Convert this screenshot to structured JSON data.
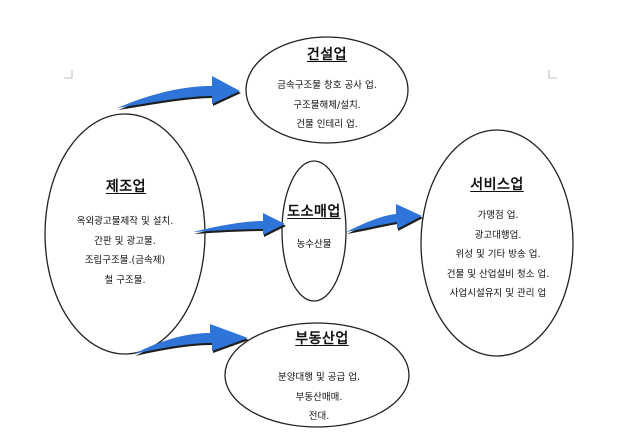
{
  "colors": {
    "ellipse_stroke": "#222222",
    "arrow_fill": "#2f74d8",
    "arrow_shadow": "#1e1e1e",
    "text": "#111111"
  },
  "nodes": {
    "manufacturing": {
      "title": "제조업",
      "items": [
        "옥외광고물제작 및 설치.",
        "간판 및 광고물.",
        "조립구조물.(금속제)",
        "철 구조물."
      ]
    },
    "construction": {
      "title": "건설업",
      "items": [
        "금속구조물 창호 공사 업.",
        "구조물해체/설치.",
        "건물 인테리 업."
      ]
    },
    "wholesale": {
      "title": "도소매업",
      "items": [
        "농수산물"
      ]
    },
    "service": {
      "title": "서비스업",
      "items": [
        "가맹점 업.",
        "광고대행업.",
        "위성 및 기타 방송 업.",
        "건물 및 산업설비 청소 업.",
        "사업시설유지 및 관리 업"
      ]
    },
    "realestate": {
      "title": "부동산업",
      "items": [
        "분양대행 및 공급 업.",
        "부동산매매.",
        "전대."
      ]
    }
  }
}
